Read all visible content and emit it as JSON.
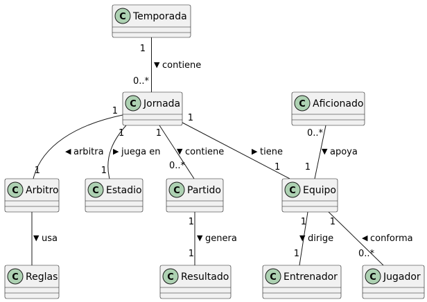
{
  "diagram": {
    "classes": [
      {
        "id": "temporada",
        "name": "Temporada",
        "stereotype": "C"
      },
      {
        "id": "jornada",
        "name": "Jornada",
        "stereotype": "C"
      },
      {
        "id": "aficionado",
        "name": "Aficionado",
        "stereotype": "C"
      },
      {
        "id": "arbitro",
        "name": "Arbitro",
        "stereotype": "C"
      },
      {
        "id": "estadio",
        "name": "Estadio",
        "stereotype": "C"
      },
      {
        "id": "partido",
        "name": "Partido",
        "stereotype": "C"
      },
      {
        "id": "equipo",
        "name": "Equipo",
        "stereotype": "C"
      },
      {
        "id": "reglas",
        "name": "Reglas",
        "stereotype": "C"
      },
      {
        "id": "resultado",
        "name": "Resultado",
        "stereotype": "C"
      },
      {
        "id": "entrenador",
        "name": "Entrenador",
        "stereotype": "C"
      },
      {
        "id": "jugador",
        "name": "Jugador",
        "stereotype": "C"
      }
    ],
    "relations": [
      {
        "id": "temporada-jornada",
        "label": "contiene",
        "direction": "down",
        "source_mult": "1",
        "target_mult": "0..*"
      },
      {
        "id": "jornada-arbitro",
        "label": "arbitra",
        "direction": "left",
        "source_mult": "1",
        "target_mult": "1"
      },
      {
        "id": "jornada-estadio",
        "label": "juega en",
        "direction": "right",
        "source_mult": "1",
        "target_mult": "1"
      },
      {
        "id": "jornada-partido",
        "label": "contiene",
        "direction": "down",
        "source_mult": "1",
        "target_mult": "0..*"
      },
      {
        "id": "jornada-equipo",
        "label": "tiene",
        "direction": "right",
        "source_mult": "1",
        "target_mult": "1"
      },
      {
        "id": "aficionado-equipo",
        "label": "apoya",
        "direction": "down",
        "source_mult": "0..*",
        "target_mult": "1"
      },
      {
        "id": "arbitro-reglas",
        "label": "usa",
        "direction": "down",
        "source_mult": "",
        "target_mult": ""
      },
      {
        "id": "partido-resultado",
        "label": "genera",
        "direction": "down",
        "source_mult": "1",
        "target_mult": "1"
      },
      {
        "id": "equipo-entrenador",
        "label": "dirige",
        "direction": "down",
        "source_mult": "1",
        "target_mult": "1"
      },
      {
        "id": "equipo-jugador",
        "label": "conforma",
        "direction": "left",
        "source_mult": "1",
        "target_mult": "0..*"
      }
    ],
    "arrow_glyphs": {
      "down": "▼",
      "left": "◀",
      "right": "▶"
    },
    "colors": {
      "class_fill": "#f1f1f1",
      "stereotype_circle": "#add1b2",
      "line": "#181818"
    }
  }
}
